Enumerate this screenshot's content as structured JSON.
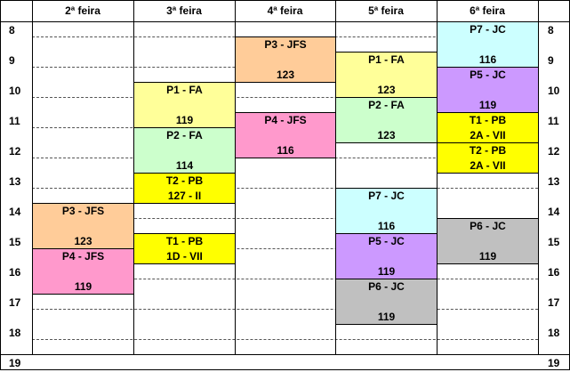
{
  "colors": {
    "peach": "#FFCC99",
    "yellow_light": "#FFFF99",
    "green": "#CCFFCC",
    "pink": "#FF99CC",
    "cyan": "#CCFFFF",
    "purple": "#CC99FF",
    "yellow": "#FFFF00",
    "gray": "#C0C0C0"
  },
  "days": [
    "2ª feira",
    "3ª feira",
    "4ª feira",
    "5ª feira",
    "6ª feira"
  ],
  "hours": [
    "8",
    "9",
    "10",
    "11",
    "12",
    "13",
    "14",
    "15",
    "16",
    "17",
    "18",
    "19"
  ],
  "events": [
    {
      "day": 0,
      "start": 14,
      "end": 15.5,
      "title": "P3 - JFS",
      "room": "123",
      "color": "peach"
    },
    {
      "day": 0,
      "start": 15.5,
      "end": 17,
      "title": "P4 - JFS",
      "room": "119",
      "color": "pink"
    },
    {
      "day": 1,
      "start": 10,
      "end": 11.5,
      "title": "P1 - FA",
      "room": "119",
      "color": "yellow_light"
    },
    {
      "day": 1,
      "start": 11.5,
      "end": 13,
      "title": "P2 - FA",
      "room": "114",
      "color": "green"
    },
    {
      "day": 1,
      "start": 13,
      "end": 14,
      "title": "T2 - PB",
      "room": "127 - II",
      "color": "yellow"
    },
    {
      "day": 1,
      "start": 15,
      "end": 16,
      "title": "T1 - PB",
      "room": "1D - VII",
      "color": "yellow"
    },
    {
      "day": 2,
      "start": 8.5,
      "end": 10,
      "title": "P3 - JFS",
      "room": "123",
      "color": "peach"
    },
    {
      "day": 2,
      "start": 11,
      "end": 12.5,
      "title": "P4 - JFS",
      "room": "116",
      "color": "pink"
    },
    {
      "day": 3,
      "start": 9,
      "end": 10.5,
      "title": "P1 - FA",
      "room": "123",
      "color": "yellow_light"
    },
    {
      "day": 3,
      "start": 10.5,
      "end": 12,
      "title": "P2 - FA",
      "room": "123",
      "color": "green"
    },
    {
      "day": 3,
      "start": 13.5,
      "end": 15,
      "title": "P7 - JC",
      "room": "116",
      "color": "cyan"
    },
    {
      "day": 3,
      "start": 15,
      "end": 16.5,
      "title": "P5 - JC",
      "room": "119",
      "color": "purple"
    },
    {
      "day": 3,
      "start": 16.5,
      "end": 18,
      "title": "P6 - JC",
      "room": "119",
      "color": "gray"
    },
    {
      "day": 4,
      "start": 8,
      "end": 9.5,
      "title": "P7 - JC",
      "room": "116",
      "color": "cyan"
    },
    {
      "day": 4,
      "start": 9.5,
      "end": 11,
      "title": "P5 - JC",
      "room": "119",
      "color": "purple"
    },
    {
      "day": 4,
      "start": 11,
      "end": 12,
      "title": "T1 - PB",
      "room": "2A - VII",
      "color": "yellow"
    },
    {
      "day": 4,
      "start": 12,
      "end": 13,
      "title": "T2 - PB",
      "room": "2A - VII",
      "color": "yellow"
    },
    {
      "day": 4,
      "start": 14.5,
      "end": 16,
      "title": "P6 - JC",
      "room": "119",
      "color": "gray"
    }
  ]
}
